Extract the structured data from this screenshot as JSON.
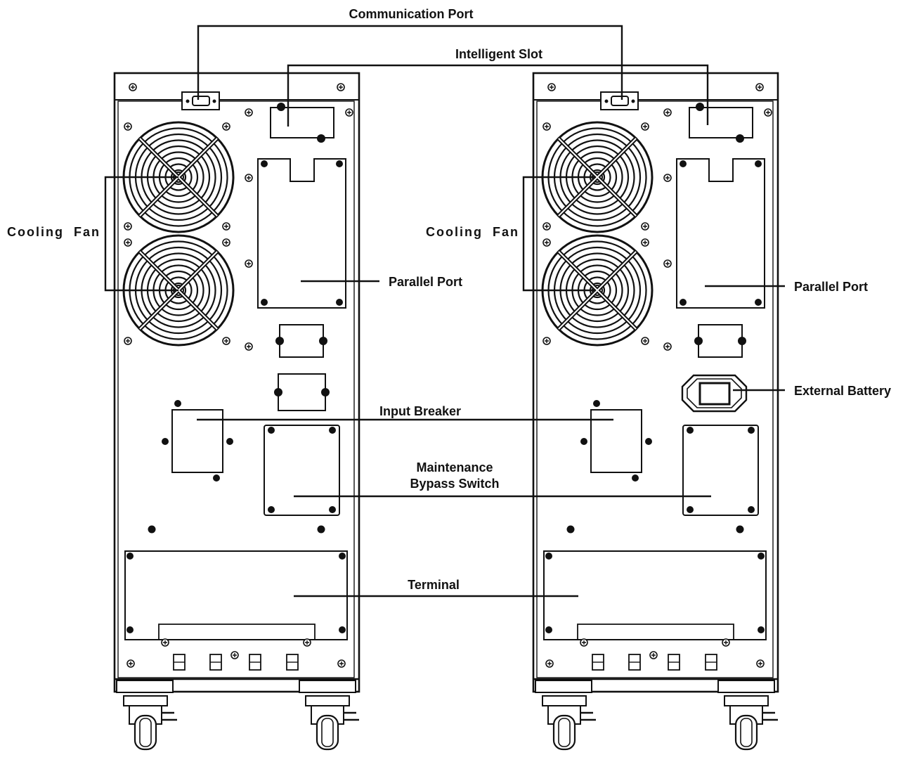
{
  "labels": {
    "communication_port": "Communication Port",
    "intelligent_slot": "Intelligent Slot",
    "cooling_fan_left": "Cooling  Fan",
    "cooling_fan_right": "Cooling  Fan",
    "parallel_port_left": "Parallel Port",
    "parallel_port_right": "Parallel Port",
    "external_battery": "External Battery",
    "input_breaker": "Input Breaker",
    "maintenance_line1": "Maintenance",
    "maintenance_line2": "Bypass Switch",
    "terminal": "Terminal"
  },
  "units": [
    {
      "id": "left",
      "has_external_battery": false
    },
    {
      "id": "right",
      "has_external_battery": true
    }
  ],
  "colors": {
    "ink": "#111111",
    "background": "#ffffff"
  }
}
